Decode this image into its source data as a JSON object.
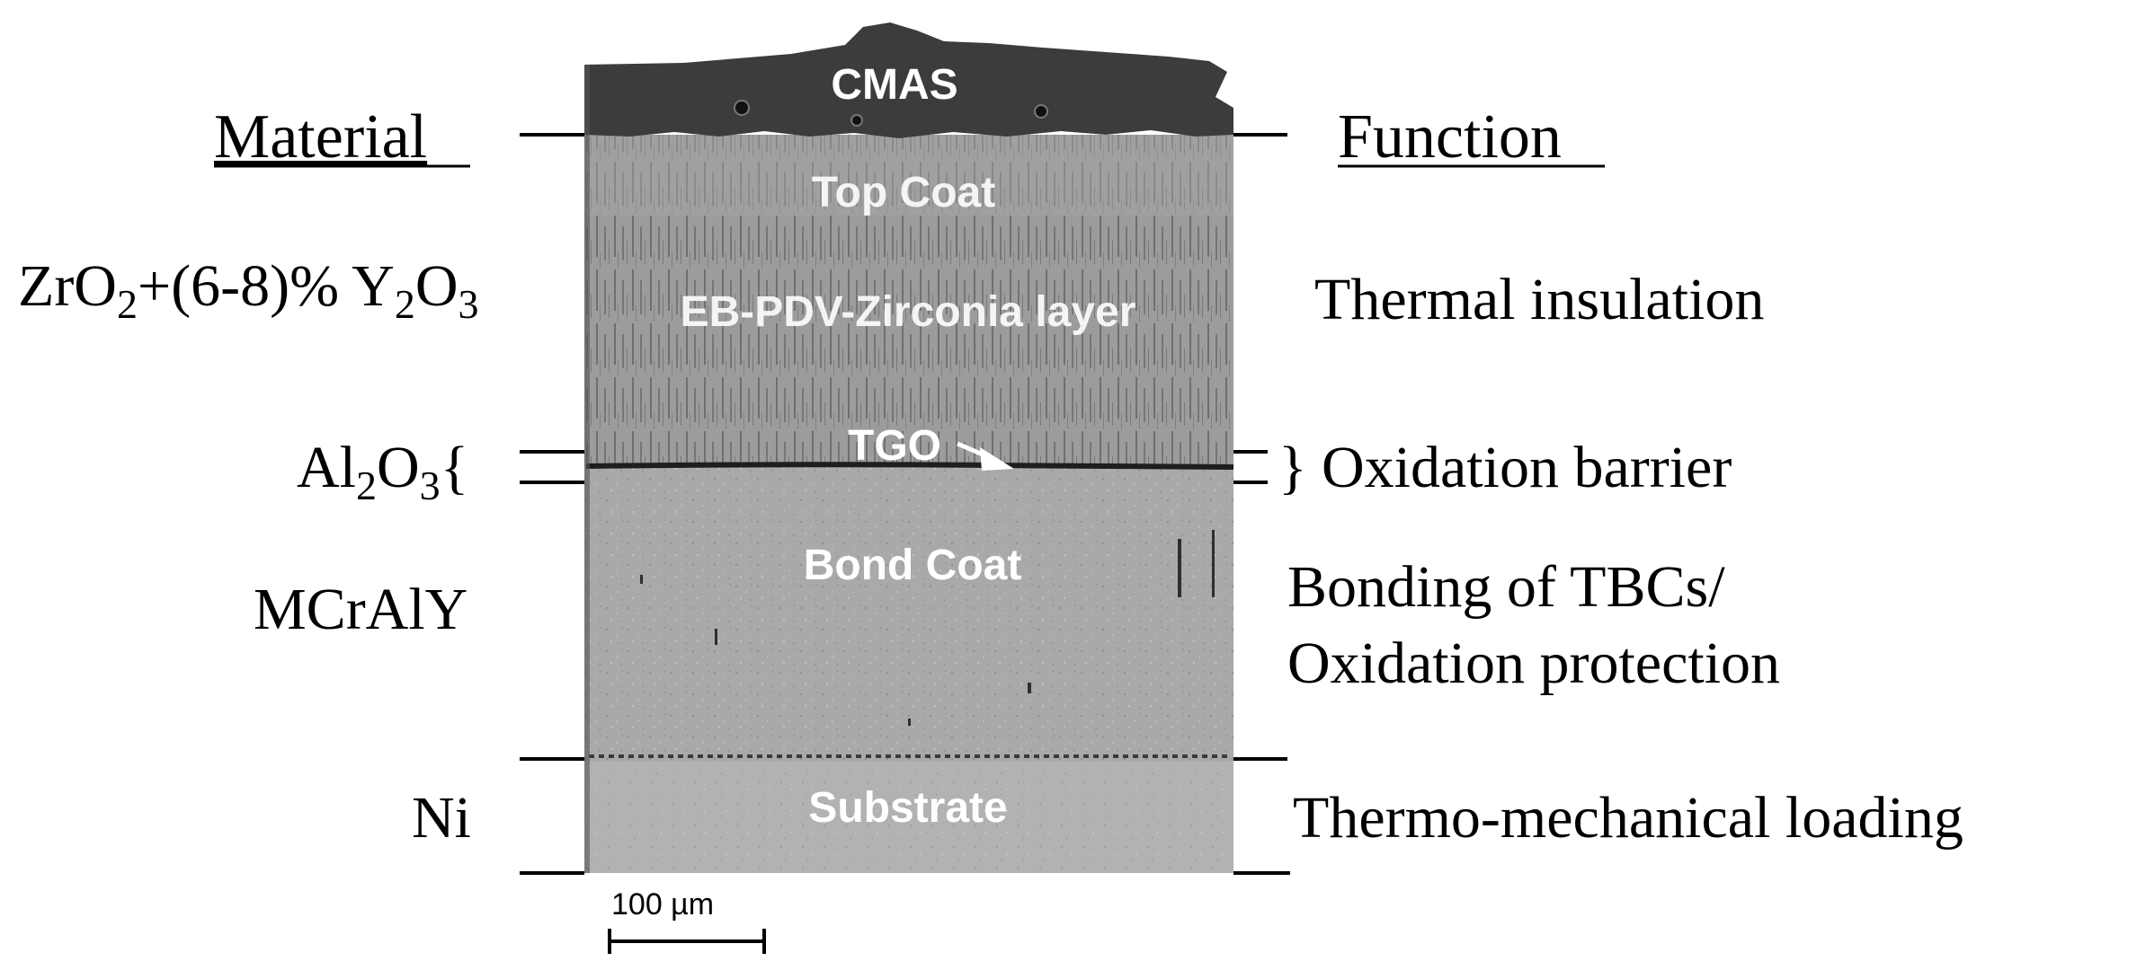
{
  "headings": {
    "material": "Material",
    "function": "Function"
  },
  "layer_labels": {
    "cmas": "CMAS",
    "top_coat": "Top Coat",
    "zirconia": "EB-PDV-Zirconia layer",
    "tgo": "TGO",
    "bond_coat": "Bond Coat",
    "substrate": "Substrate"
  },
  "materials": {
    "zirconia": {
      "p1": "ZrO",
      "s1": "2",
      "p2": "+(6-8)% Y",
      "s2": "2",
      "p3": "O",
      "s3": "3"
    },
    "alumina": {
      "p1": "Al",
      "s1": "2",
      "p2": "O",
      "s2": "3",
      "brace": "{"
    },
    "mcraly": "MCrAlY",
    "nickel": "Ni"
  },
  "functions": {
    "thermal_insulation": "Thermal insulation",
    "oxidation_barrier": "Oxidation barrier",
    "oxidation_barrier_brace": "}",
    "bonding_line1": "Bonding of TBCs/",
    "bonding_line2": "Oxidation protection",
    "thermo_mechanical": "Thermo-mechanical loading"
  },
  "scale_bar": {
    "label": "100 µm"
  },
  "colors": {
    "cmas": "#3c3c3c",
    "top_coat": "#9a9a9a",
    "tgo_line": "#2a2a2a",
    "bond_coat": "#a8a8a8",
    "substrate": "#b0b0b0",
    "layer_text": "#ffffff"
  }
}
